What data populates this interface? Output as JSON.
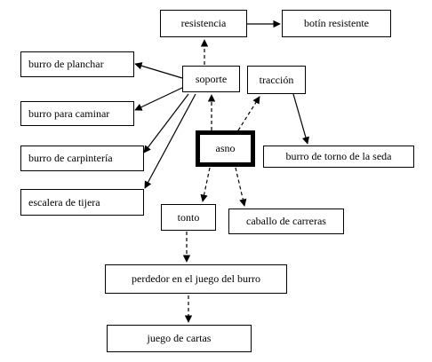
{
  "nodes": {
    "asno": "asno",
    "soporte": "soporte",
    "traccion": "tracción",
    "resistencia": "resistencia",
    "botin": "botín resistente",
    "burro_planchar": "burro de planchar",
    "burro_caminar": "burro para caminar",
    "burro_carpinteria": "burro de carpintería",
    "escalera": "escalera de tijera",
    "burro_torno": "burro de torno de la seda",
    "tonto": "tonto",
    "caballo": "caballo de carreras",
    "perdedor": "perdedor en el juego del burro",
    "juego_cartas": "juego de cartas"
  }
}
